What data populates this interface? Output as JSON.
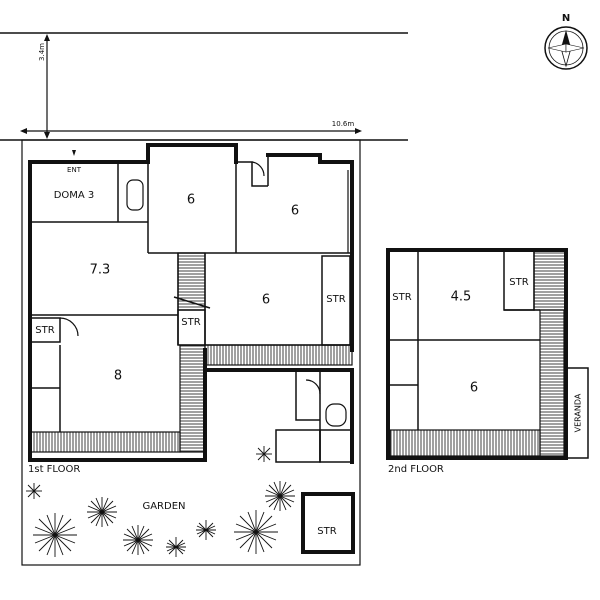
{
  "north": {
    "label": "N",
    "icon": "compass-rose-icon"
  },
  "dimensions": {
    "height": "3.4m",
    "width": "10.6m"
  },
  "first_floor": {
    "label": "1st FLOOR",
    "entrance": "ENT",
    "rooms": {
      "doma": "DOMA 3",
      "r6_a": "6",
      "r6_b": "6",
      "r7_3": "7.3",
      "r6_c": "6",
      "r8": "8",
      "str_stair": "STR",
      "str_right": "STR",
      "str_left": "STR",
      "garden": "GARDEN",
      "str_garden": "STR"
    }
  },
  "second_floor": {
    "label": "2nd FLOOR",
    "rooms": {
      "str_left": "STR",
      "r4_5": "4.5",
      "str_top": "STR",
      "r6": "6",
      "veranda": "VERANDA"
    }
  }
}
